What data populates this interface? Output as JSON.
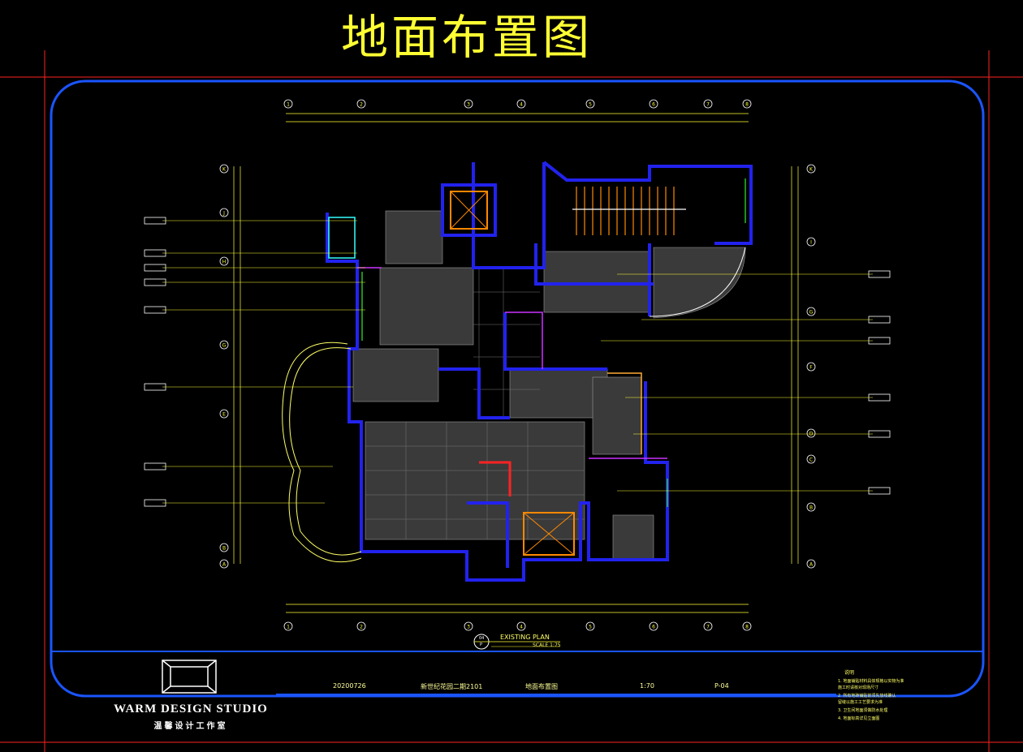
{
  "drawing_title": "地面布置图",
  "studio": {
    "name_en": "WARM DESIGN STUDIO",
    "name_cn": "温馨设计工作室"
  },
  "plan_caption": "EXISTING PLAN",
  "plan_scale": "SCALE 1:75",
  "plan_ref": {
    "top": "04",
    "bottom": "P"
  },
  "title_block": {
    "date": "20200726",
    "project": "新世纪花园二期2101",
    "drawing_name": "地面布置图",
    "scale": "1:70",
    "page": "P-04"
  },
  "notes": {
    "heading": "说明",
    "lines": [
      "1. 地面铺贴材料具体规格以实物为准",
      "   施工时请核对现场尺寸",
      "2. 所有地砖铺贴前须先放线确认",
      "   留缝以施工工艺要求为准",
      "3. 卫生间地面须做防水处理",
      "4. 地面标高详见立面图"
    ]
  },
  "grid_top": [
    "1",
    "2",
    "3",
    "4",
    "5",
    "6",
    "7",
    "8"
  ],
  "grid_left": [
    "K",
    "J",
    "H",
    "G",
    "E",
    "B",
    "A"
  ],
  "grid_right": [
    "K",
    "I",
    "G",
    "F",
    "D",
    "C",
    "B",
    "A"
  ],
  "colors": {
    "title": "#ffff33",
    "wall": "#2222ee",
    "line": "#ffff33",
    "white": "#ffffff",
    "frame": "#1a55ff",
    "floor": "#444444",
    "stair": "#ff8800",
    "red": "#ff2222",
    "magenta": "#cc33ff",
    "green": "#33ee33",
    "cyan": "#33ffff"
  }
}
